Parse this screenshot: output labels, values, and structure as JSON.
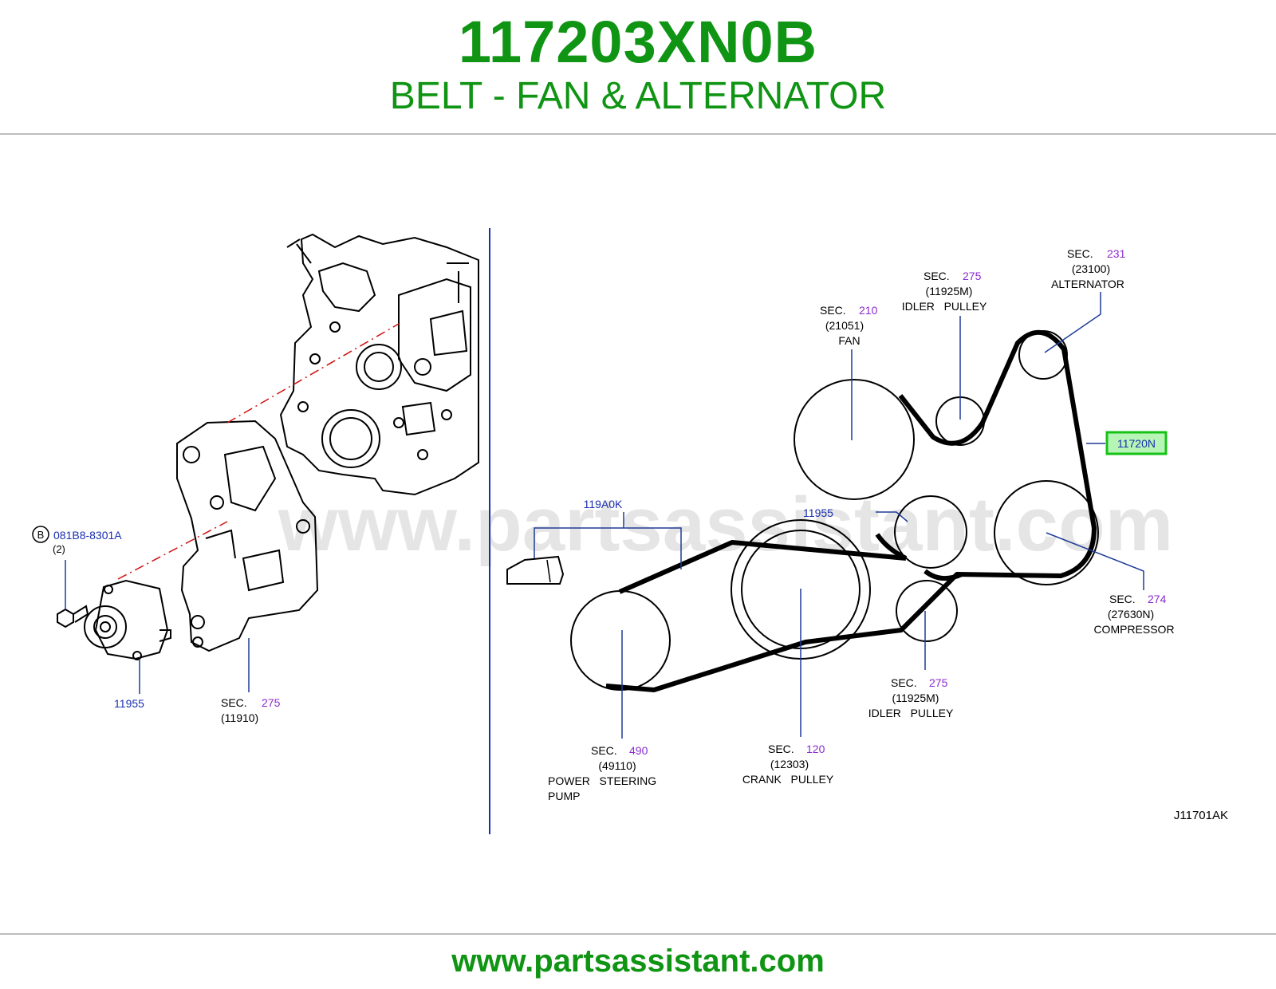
{
  "header": {
    "part_number": "117203XN0B",
    "title": "BELT - FAN & ALTERNATOR"
  },
  "footer": {
    "url": "www.partsassistant.com"
  },
  "watermark": "www.partsassistant.com",
  "colors": {
    "brand_green": "#0f9413",
    "link_blue": "#1a2fb0",
    "sec_purple": "#8a2bd0",
    "leader_blue": "#1e3c96",
    "highlight_green": "#16c216",
    "highlight_fill": "#b6f5b6",
    "dash_red": "#d01010"
  },
  "diagram": {
    "figure_code": "J11701AK",
    "bolt": {
      "badge": "B",
      "part": "081B8-8301A",
      "qty": "(2)"
    },
    "tensioner_left": {
      "part": "11955"
    },
    "bracket": {
      "sec_label": "SEC.",
      "sec": "275",
      "code": "(11910)"
    },
    "belt_cover": {
      "part": "119A0K"
    },
    "belt": {
      "part": "11720N"
    },
    "tensioner_right": {
      "part": "11955"
    },
    "fan": {
      "sec_label": "SEC.",
      "sec": "210",
      "code": "(21051)",
      "name": "FAN"
    },
    "idler_top": {
      "sec_label": "SEC.",
      "sec": "275",
      "code": "(11925M)",
      "name": "IDLER   PULLEY"
    },
    "alternator": {
      "sec_label": "SEC.",
      "sec": "231",
      "code": "(23100)",
      "name": "ALTERNATOR"
    },
    "compressor": {
      "sec_label": "SEC.",
      "sec": "274",
      "code": "(27630N)",
      "name": "COMPRESSOR"
    },
    "idler_bottom": {
      "sec_label": "SEC.",
      "sec": "275",
      "code": "(11925M)",
      "name": "IDLER   PULLEY"
    },
    "crank": {
      "sec_label": "SEC.",
      "sec": "120",
      "code": "(12303)",
      "name": "CRANK   PULLEY"
    },
    "power_steering": {
      "sec_label": "SEC.",
      "sec": "490",
      "code": "(49110)",
      "name": "POWER   STEERING",
      "name2": "PUMP"
    }
  }
}
